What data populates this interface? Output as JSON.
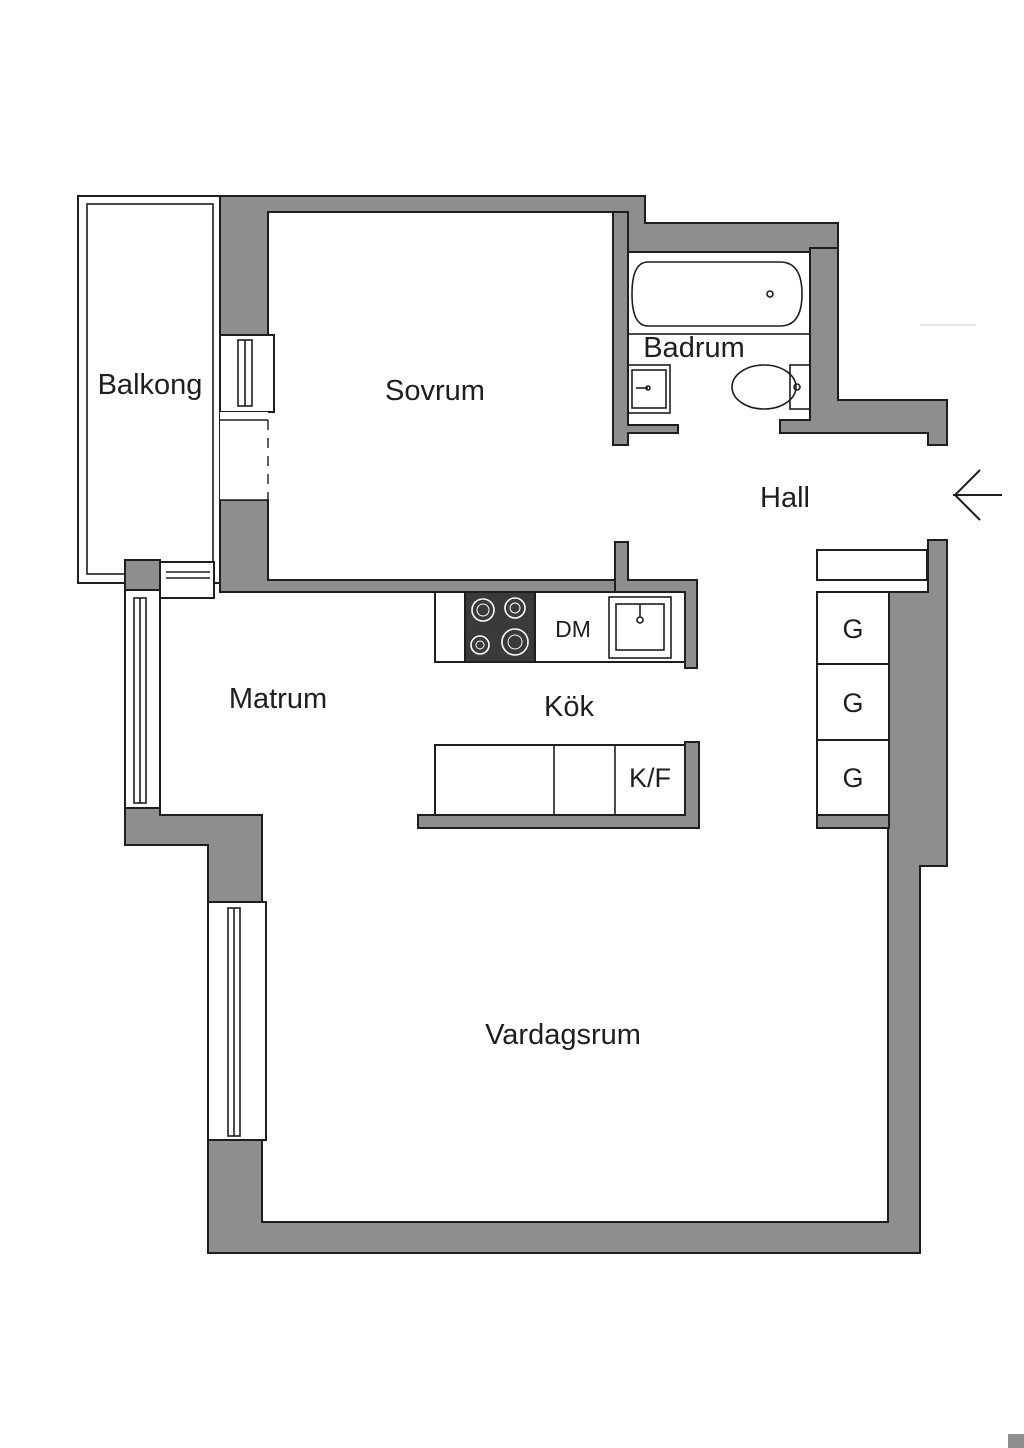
{
  "rooms": {
    "balkong": "Balkong",
    "sovrum": "Sovrum",
    "badrum": "Badrum",
    "hall": "Hall",
    "matrum": "Matrum",
    "kok": "Kök",
    "vardagsrum": "Vardagsrum"
  },
  "fixtures": {
    "dishwasher": "DM",
    "fridge_freezer": "K/F",
    "wardrobe_1": "G",
    "wardrobe_2": "G",
    "wardrobe_3": "G"
  },
  "colors": {
    "wall": "#8e8e8e",
    "stove": "#3a3a3a",
    "line": "#1e1e1e"
  },
  "icons": {
    "entrance": "entrance-arrow-icon"
  }
}
